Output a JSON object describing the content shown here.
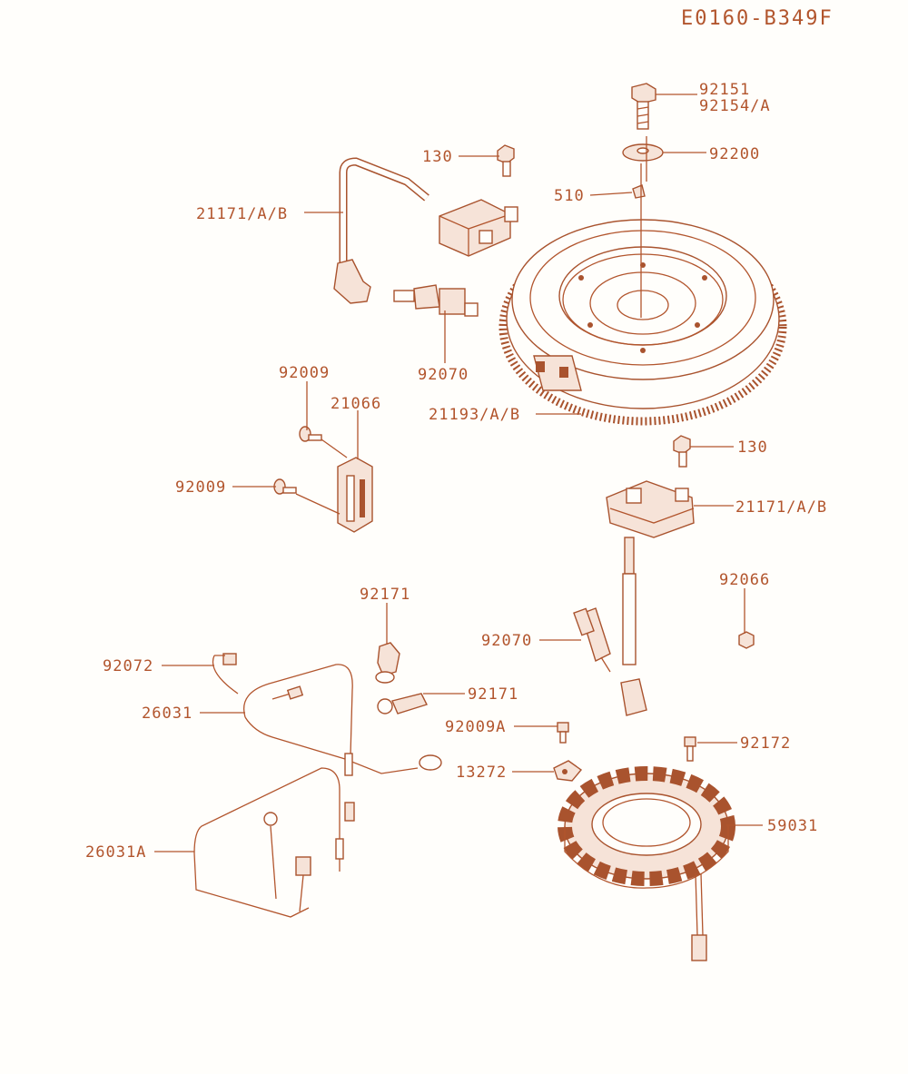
{
  "diagram_code": "E0160-B349F",
  "colors": {
    "ink": "#b2552d",
    "background": "#fffefb"
  },
  "callouts": {
    "c92151": "92151",
    "c92154": "92154/A",
    "c130_top": "130",
    "c92200": "92200",
    "c510": "510",
    "c21171_top": "21171/A/B",
    "c92009_top": "92009",
    "c21066": "21066",
    "c92070_top": "92070",
    "c21193": "21193/A/B",
    "c92009_left": "92009",
    "c130_mid": "130",
    "c21171_mid": "21171/A/B",
    "c92066": "92066",
    "c92171_top": "92171",
    "c92070_mid": "92070",
    "c92072": "92072",
    "c92171_mid": "92171",
    "c26031": "26031",
    "c92009A": "92009A",
    "c92172": "92172",
    "c13272": "13272",
    "c59031": "59031",
    "c26031A": "26031A"
  }
}
